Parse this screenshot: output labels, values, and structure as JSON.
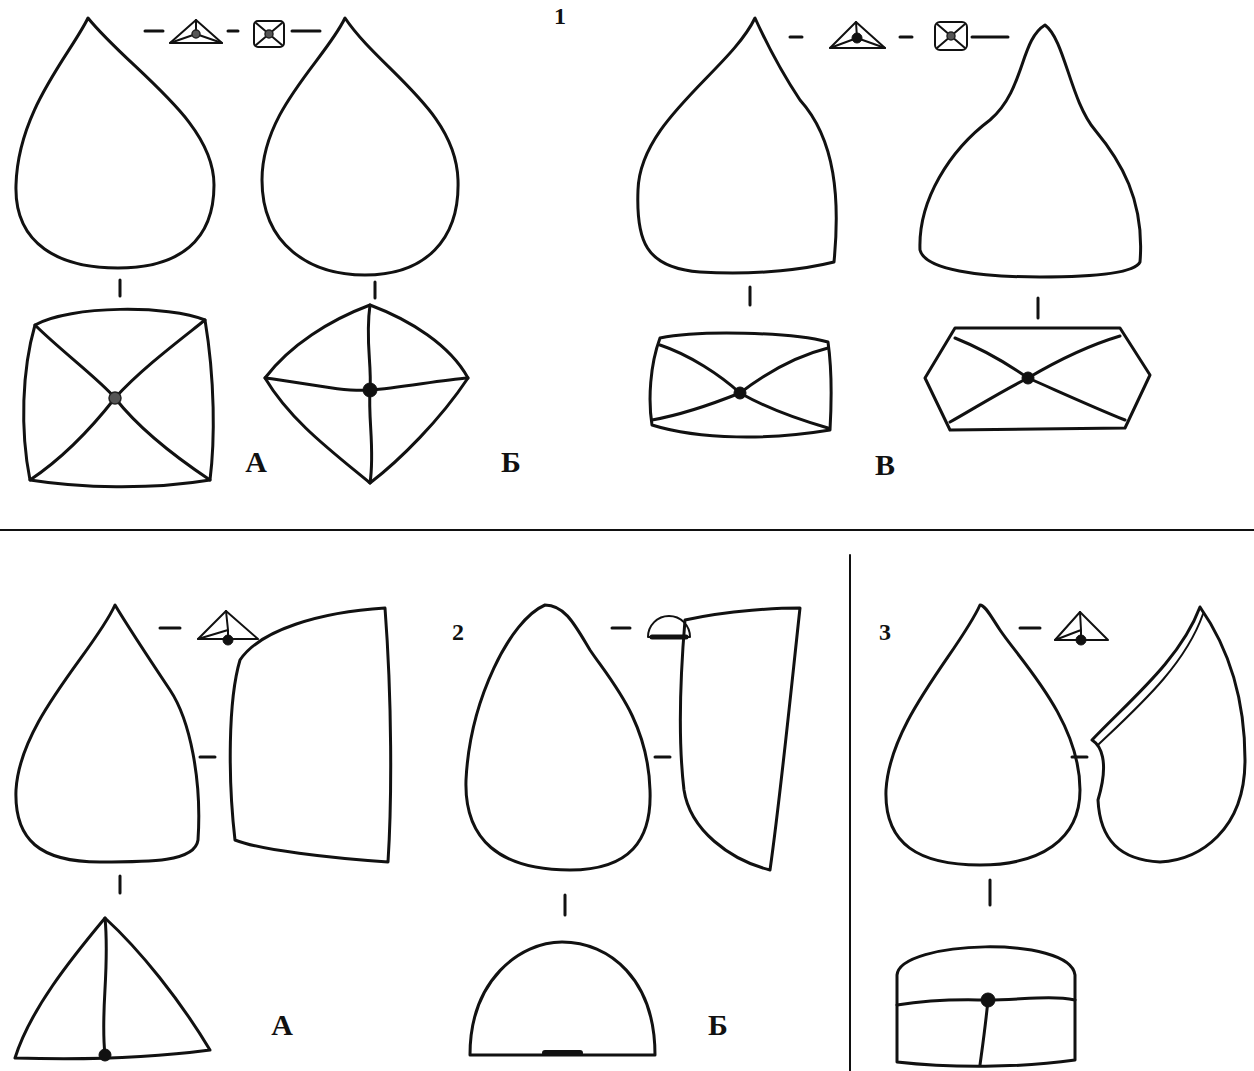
{
  "diagram": {
    "labels": [
      "1",
      "А",
      "Б",
      "В",
      "2",
      "А",
      "Б",
      "3"
    ]
  }
}
